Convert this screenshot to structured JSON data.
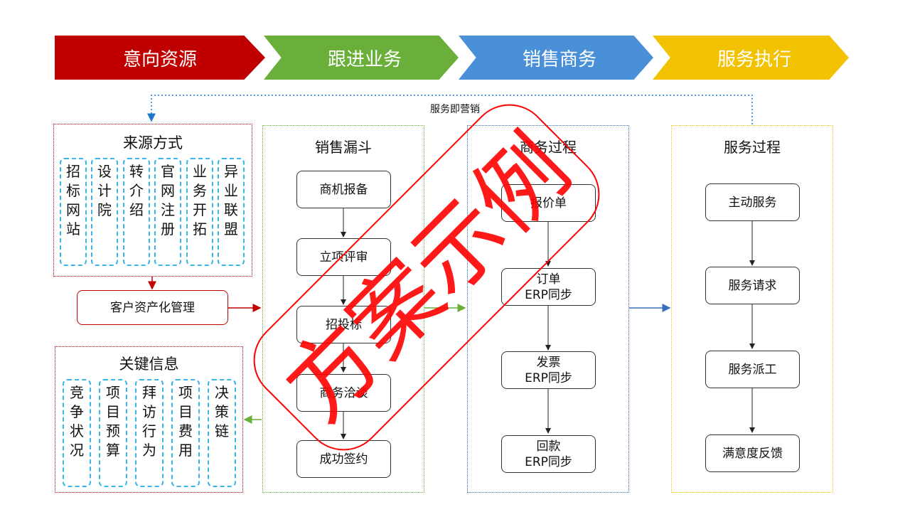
{
  "stages": [
    {
      "label": "意向资源",
      "color": "#c00000"
    },
    {
      "label": "跟进业务",
      "color": "#6aaf3a"
    },
    {
      "label": "销售商务",
      "color": "#4a90d9"
    },
    {
      "label": "服务执行",
      "color": "#f2c200"
    }
  ],
  "loop_label": "服务即营销",
  "source": {
    "title": "来源方式",
    "items": [
      "招标网站",
      "设计院",
      "转介绍",
      "官网注册",
      "业务开拓",
      "异业联盟"
    ]
  },
  "customer_asset": "客户资产化管理",
  "key_info": {
    "title": "关键信息",
    "items": [
      "竞争状况",
      "项目预算",
      "拜访行为",
      "项目费用",
      "决策链"
    ]
  },
  "funnel": {
    "title": "销售漏斗",
    "steps": [
      "商机报备",
      "立项评审",
      "招投标",
      "商务洽谈",
      "成功签约"
    ]
  },
  "business": {
    "title": "商务过程",
    "steps": [
      {
        "line1": "报价单",
        "line2": ""
      },
      {
        "line1": "订单",
        "line2": "ERP同步"
      },
      {
        "line1": "发票",
        "line2": "ERP同步"
      },
      {
        "line1": "回款",
        "line2": "ERP同步"
      }
    ]
  },
  "service": {
    "title": "服务过程",
    "steps": [
      "主动服务",
      "服务请求",
      "服务派工",
      "满意度反馈"
    ]
  },
  "watermark": "方案示例"
}
